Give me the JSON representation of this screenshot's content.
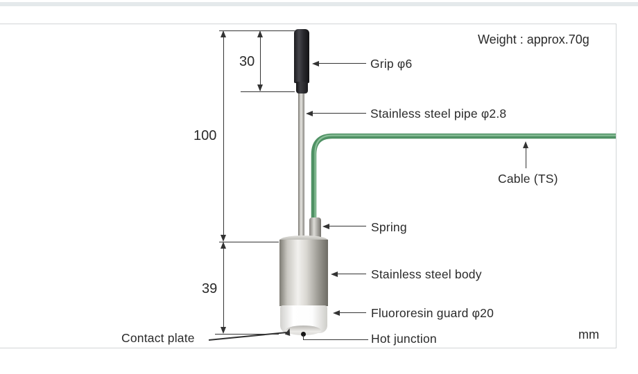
{
  "header": {
    "weight_note": "Weight : approx.70g"
  },
  "footer": {
    "unit_label": "mm"
  },
  "dimensions": {
    "grip_length_mm": "30",
    "pipe_length_mm": "100",
    "body_length_mm": "39"
  },
  "labels": {
    "grip": "Grip φ6",
    "pipe": "Stainless steel pipe φ2.8",
    "cable": "Cable (TS)",
    "spring": "Spring",
    "body": "Stainless steel body",
    "guard": "Fluororesin guard φ20",
    "hot_junction": "Hot junction",
    "contact_plate": "Contact plate"
  },
  "colors": {
    "cable_green": "#4f9164",
    "cable_highlight": "#8abf98",
    "metal_light": "#f2f1ee",
    "metal_dark": "#6e6c65",
    "grip_black": "#232326",
    "leader_line": "#333333",
    "panel_border": "#d2d5d7",
    "top_band": "#e4e9eb"
  }
}
